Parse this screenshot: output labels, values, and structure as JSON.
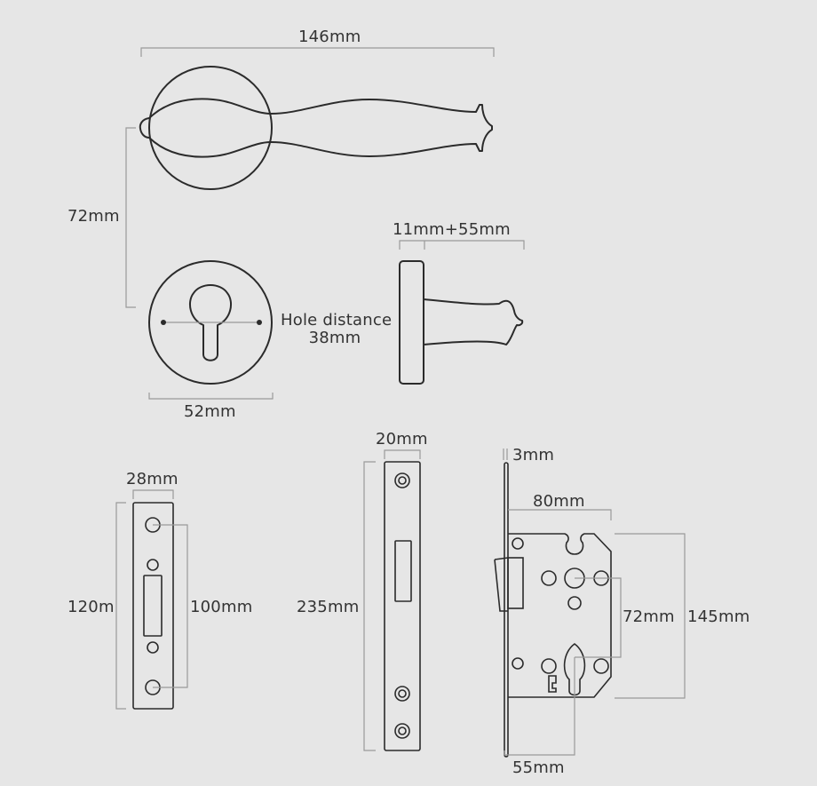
{
  "colors": {
    "background": "#e6e6e6",
    "outline": "#2b2b2b",
    "dimension_line": "#9a9a9a",
    "text": "#333333"
  },
  "handle": {
    "length_label": "146mm",
    "center_height_label": "72mm"
  },
  "escutcheon": {
    "diameter_label": "52mm",
    "hole_distance_label_line1": "Hole distance",
    "hole_distance_label_line2": "38mm"
  },
  "handle_side": {
    "depth_label": "11mm+55mm"
  },
  "strike_plate": {
    "width_label": "28mm",
    "height_label": "120m",
    "hole_spacing_label": "100mm"
  },
  "face_plate": {
    "width_label": "20mm",
    "height_label": "235mm"
  },
  "lock_body": {
    "faceplate_thickness_label": "3mm",
    "depth_label": "80mm",
    "center_distance_label": "72mm",
    "height_label": "145mm",
    "backset_label": "55mm"
  }
}
